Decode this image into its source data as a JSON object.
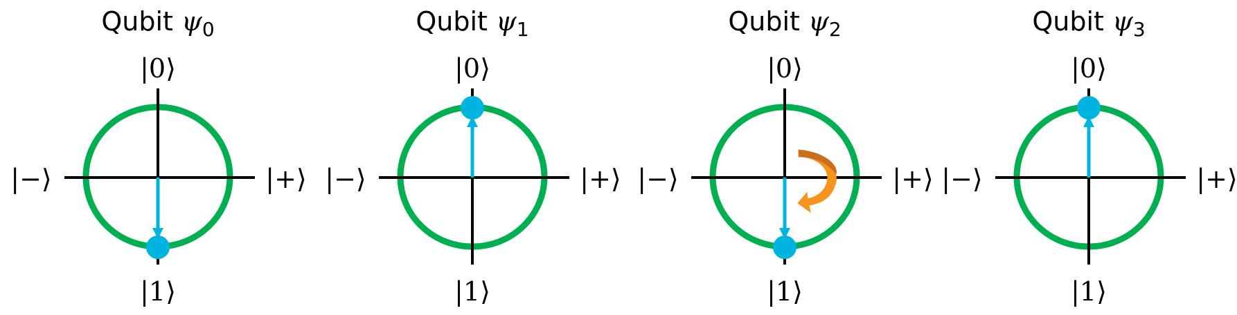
{
  "colors": {
    "circle": "#00b050",
    "vector": "#00b4e0",
    "axis": "#000000",
    "rotation": "#f7941d",
    "rotation_dark": "#c8701e"
  },
  "labels": {
    "zero": "|0⟩",
    "one": "|1⟩",
    "minus": "|−⟩",
    "plus": "|+⟩"
  },
  "panels": [
    {
      "title": "Qubit ",
      "sub": "0",
      "state": "1",
      "rotation": false
    },
    {
      "title": "Qubit ",
      "sub": "1",
      "state": "0",
      "rotation": false
    },
    {
      "title": "Qubit ",
      "sub": "2",
      "state": "1",
      "rotation": true
    },
    {
      "title": "Qubit ",
      "sub": "3",
      "state": "0",
      "rotation": false
    }
  ],
  "psi": "ψ"
}
